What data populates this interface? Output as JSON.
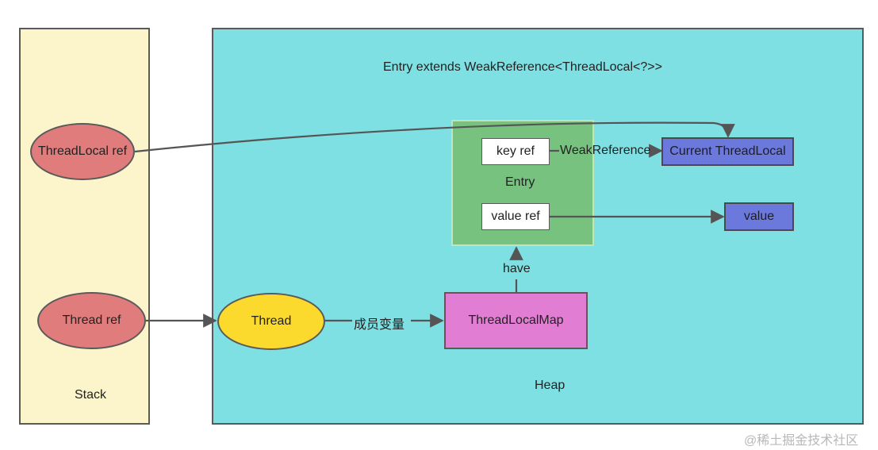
{
  "regions": {
    "stack_label": "Stack",
    "heap_label": "Heap",
    "heap_title": "Entry extends WeakReference<ThreadLocal<?>>"
  },
  "nodes": {
    "threadlocal_ref": "ThreadLocal ref",
    "thread_ref": "Thread ref",
    "thread": "Thread",
    "threadlocalmap": "ThreadLocalMap",
    "entry_label": "Entry",
    "key_ref": "key ref",
    "value_ref": "value ref",
    "current_threadlocal": "Current ThreadLocal",
    "value": "value"
  },
  "edges": {
    "member_variable": "成员变量",
    "have": "have",
    "weak_reference": "WeakReference"
  },
  "watermark": "@稀土掘金技术社区",
  "colors": {
    "stack_bg": "#fcf5cc",
    "heap_bg": "#7fe0e3",
    "ref_ellipse": "#e07c7c",
    "thread_ellipse": "#fbd92d",
    "entry_bg": "#77c27f",
    "target_box": "#6b79dc",
    "map_box": "#e17ed3",
    "arrow": "#555555"
  }
}
